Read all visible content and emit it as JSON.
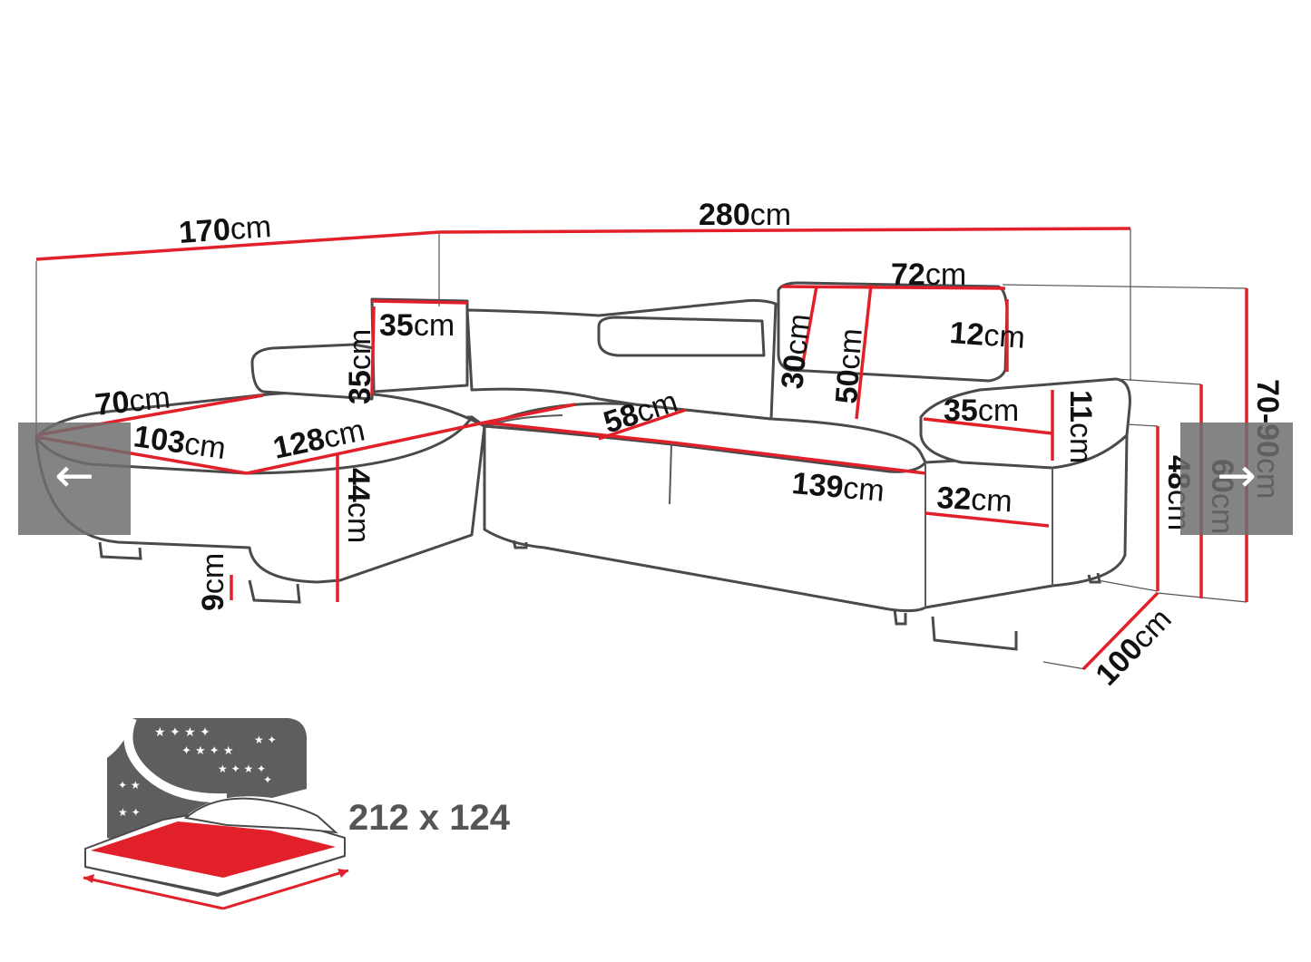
{
  "navigation": {
    "prev_icon": "←",
    "next_icon": "→"
  },
  "dimensions": {
    "total_left": {
      "num": "170",
      "unit": "cm"
    },
    "total_width": {
      "num": "280",
      "unit": "cm"
    },
    "headrest_width": {
      "num": "72",
      "unit": "cm"
    },
    "pillow_width": {
      "num": "35",
      "unit": "cm"
    },
    "pillow_height": {
      "num": "35",
      "unit": "cm"
    },
    "headrest_height_30": {
      "num": "30",
      "unit": "cm"
    },
    "headrest_height_50": {
      "num": "50",
      "unit": "cm"
    },
    "headrest_depth": {
      "num": "12",
      "unit": "cm"
    },
    "chaise_depth": {
      "num": "70",
      "unit": "cm"
    },
    "chaise_length": {
      "num": "103",
      "unit": "cm"
    },
    "chaise_width": {
      "num": "128",
      "unit": "cm"
    },
    "seat_depth": {
      "num": "58",
      "unit": "cm"
    },
    "armrest_width": {
      "num": "35",
      "unit": "cm"
    },
    "armrest_height": {
      "num": "11",
      "unit": "cm"
    },
    "seat_width": {
      "num": "139",
      "unit": "cm"
    },
    "armrest_depth": {
      "num": "32",
      "unit": "cm"
    },
    "seat_height": {
      "num": "44",
      "unit": "cm"
    },
    "leg_height": {
      "num": "9",
      "unit": "cm"
    },
    "arm_height": {
      "num": "48",
      "unit": "cm"
    },
    "back_height": {
      "num": "60",
      "unit": "cm"
    },
    "total_height": {
      "num": "70-90",
      "unit": "cm"
    },
    "depth": {
      "num": "100",
      "unit": "cm"
    }
  },
  "sleeping_area": {
    "label": "212 x 124"
  },
  "colors": {
    "dimension_line": "#e2202a",
    "outline": "#4a4a4a",
    "nav_overlay": "#6e6e6e"
  }
}
